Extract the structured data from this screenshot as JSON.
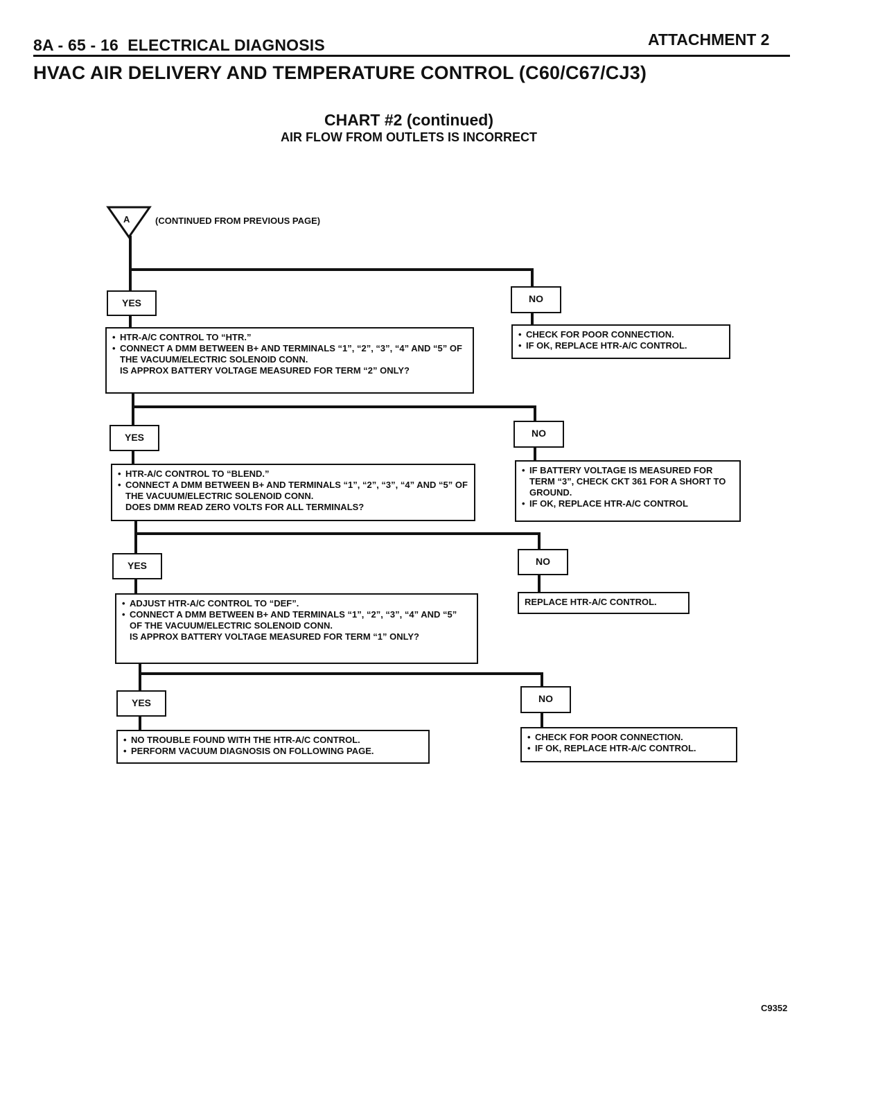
{
  "header": {
    "section_number": "8A - 65 - 16",
    "section_title": "ELECTRICAL DIAGNOSIS",
    "attachment": "ATTACHMENT 2",
    "page_title": "HVAC AIR DELIVERY AND TEMPERATURE CONTROL (C60/C67/CJ3)"
  },
  "chart": {
    "title": "CHART #2 (continued)",
    "subtitle": "AIR FLOW FROM OUTLETS IS INCORRECT"
  },
  "connector": {
    "letter": "A",
    "label": "(CONTINUED FROM PREVIOUS PAGE)"
  },
  "flow": {
    "yes_label": "YES",
    "no_label": "NO",
    "step1": {
      "actions": [
        "HTR-A/C CONTROL TO “HTR.”",
        "CONNECT A DMM BETWEEN B+ AND TERMINALS “1”, “2”, “3”, “4” AND “5” OF THE VACUUM/ELECTRIC SOLENOID CONN."
      ],
      "question": "IS APPROX BATTERY VOLTAGE MEASURED FOR TERM “2” ONLY?"
    },
    "step1_no": [
      "CHECK FOR POOR CONNECTION.",
      "IF OK, REPLACE HTR-A/C CONTROL."
    ],
    "step2": {
      "actions": [
        "HTR-A/C CONTROL TO “BLEND.”",
        "CONNECT A DMM BETWEEN B+ AND TERMINALS “1”, “2”, “3”, “4” AND “5” OF THE VACUUM/ELECTRIC SOLENOID CONN."
      ],
      "question": "DOES DMM READ ZERO VOLTS FOR ALL TERMINALS?"
    },
    "step2_no": [
      "IF BATTERY VOLTAGE IS MEASURED FOR TERM “3”, CHECK CKT 361 FOR A SHORT TO GROUND.",
      "IF OK, REPLACE HTR-A/C CONTROL"
    ],
    "step3": {
      "actions": [
        "ADJUST HTR-A/C CONTROL TO “DEF”.",
        "CONNECT A DMM BETWEEN B+ AND TERMINALS “1”, “2”, “3”, “4” AND “5” OF THE VACUUM/ELECTRIC SOLENOID CONN."
      ],
      "question": "IS APPROX BATTERY VOLTAGE MEASURED FOR TERM “1” ONLY?"
    },
    "step3_no": "REPLACE HTR-A/C CONTROL.",
    "step4_yes": [
      "NO TROUBLE FOUND WITH THE HTR-A/C CONTROL.",
      "PERFORM VACUUM DIAGNOSIS ON FOLLOWING PAGE."
    ],
    "step4_no": [
      "CHECK FOR POOR CONNECTION.",
      "IF OK, REPLACE HTR-A/C CONTROL."
    ]
  },
  "figure_code": "C9352"
}
